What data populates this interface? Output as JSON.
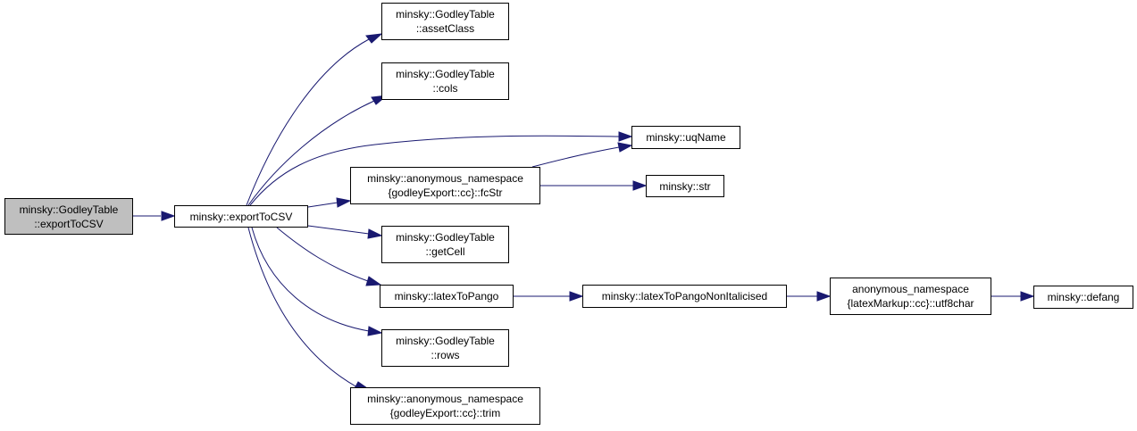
{
  "diagram": {
    "colors": {
      "edge": "#191970",
      "root_fill": "#bfbfbf",
      "node_fill": "#ffffff",
      "border": "#000000"
    },
    "nodes": {
      "export_to_csv_method": {
        "lines": [
          "minsky::GodleyTable",
          "::exportToCSV"
        ],
        "root": true
      },
      "export_to_csv": {
        "lines": [
          "minsky::exportToCSV"
        ]
      },
      "asset_class": {
        "lines": [
          "minsky::GodleyTable",
          "::assetClass"
        ]
      },
      "cols": {
        "lines": [
          "minsky::GodleyTable",
          "::cols"
        ]
      },
      "uq_name": {
        "lines": [
          "minsky::uqName"
        ]
      },
      "fc_str": {
        "lines": [
          "minsky::anonymous_namespace",
          "{godleyExport::cc}::fcStr"
        ]
      },
      "str": {
        "lines": [
          "minsky::str"
        ]
      },
      "get_cell": {
        "lines": [
          "minsky::GodleyTable",
          "::getCell"
        ]
      },
      "latex_to_pango": {
        "lines": [
          "minsky::latexToPango"
        ]
      },
      "latex_to_pango_non_italicised": {
        "lines": [
          "minsky::latexToPangoNonItalicised"
        ]
      },
      "utf8char": {
        "lines": [
          "anonymous_namespace",
          "{latexMarkup::cc}::utf8char"
        ]
      },
      "defang": {
        "lines": [
          "minsky::defang"
        ]
      },
      "rows": {
        "lines": [
          "minsky::GodleyTable",
          "::rows"
        ]
      },
      "trim": {
        "lines": [
          "minsky::anonymous_namespace",
          "{godleyExport::cc}::trim"
        ]
      }
    },
    "edges": [
      {
        "from": "export_to_csv_method",
        "to": "export_to_csv"
      },
      {
        "from": "export_to_csv",
        "to": "asset_class"
      },
      {
        "from": "export_to_csv",
        "to": "cols"
      },
      {
        "from": "export_to_csv",
        "to": "uq_name"
      },
      {
        "from": "export_to_csv",
        "to": "fc_str"
      },
      {
        "from": "export_to_csv",
        "to": "get_cell"
      },
      {
        "from": "export_to_csv",
        "to": "latex_to_pango"
      },
      {
        "from": "export_to_csv",
        "to": "rows"
      },
      {
        "from": "export_to_csv",
        "to": "trim"
      },
      {
        "from": "fc_str",
        "to": "uq_name"
      },
      {
        "from": "fc_str",
        "to": "str"
      },
      {
        "from": "latex_to_pango",
        "to": "latex_to_pango_non_italicised"
      },
      {
        "from": "latex_to_pango_non_italicised",
        "to": "utf8char"
      },
      {
        "from": "utf8char",
        "to": "defang"
      }
    ]
  }
}
